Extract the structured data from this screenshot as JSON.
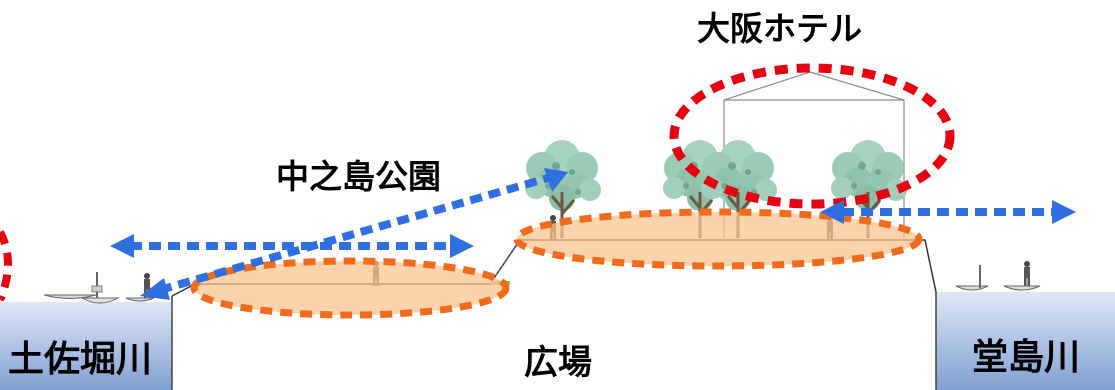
{
  "labels": {
    "hotel": "大阪ホテル",
    "park": "中之島公園",
    "tosabori": "土佐堀川",
    "plaza": "広場",
    "dojima": "堂島川"
  },
  "colors": {
    "red_dashed": "#e60012",
    "blue_dashed": "#2f6fe0",
    "orange_dashed": "#f26b1d",
    "orange_fill": "#f9c58f",
    "water_top": "#dfe8f5",
    "water_bottom": "#7f9fd2",
    "tree_foliage": "#9fcfb8",
    "trunk": "#6b5a3e",
    "ground_line": "#333333"
  }
}
